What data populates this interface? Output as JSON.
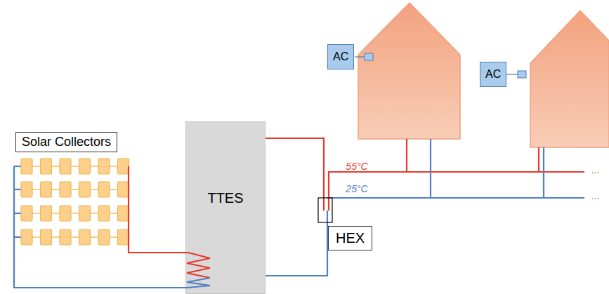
{
  "diagram": {
    "nodes": [
      {
        "text": [
          "Solar Collectors"
        ]
      },
      {
        "text": [
          "TTES"
        ]
      },
      {
        "text": [
          "HEX"
        ]
      },
      {
        "text": [
          "AC"
        ]
      },
      {
        "text": [
          "AC"
        ]
      }
    ],
    "labels": [
      "55°C",
      "25°C",
      "...",
      "..."
    ]
  }
}
